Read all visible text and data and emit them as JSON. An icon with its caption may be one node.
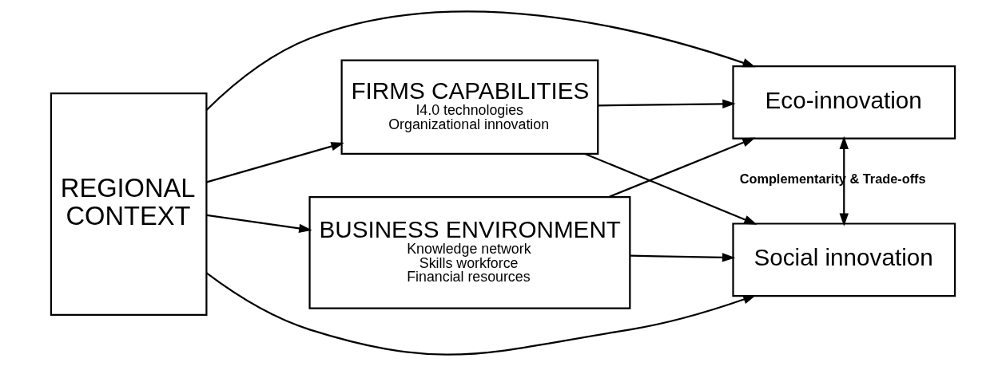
{
  "diagram": {
    "nodes": [
      {
        "text": [
          "REGIONAL CONTEXT"
        ]
      },
      {
        "text": [
          "BUSINESS ENVIRONMENT",
          "Knowledge network",
          "Skills workforce",
          "Financial resources"
        ]
      },
      {
        "text": [
          "FIRMS CAPABILITIES",
          "I4.0 technologies",
          "Organizational innovation"
        ]
      },
      {
        "text": [
          "Eco-innovation"
        ]
      },
      {
        "text": [
          "Social innovation"
        ]
      }
    ],
    "edges": [
      {
        "from": 0,
        "to": 3,
        "arrow": "to"
      },
      {
        "from": 0,
        "to": 1,
        "arrow": "to"
      },
      {
        "from": 0,
        "to": 2,
        "arrow": "to"
      },
      {
        "from": 1,
        "to": 3,
        "arrow": "to"
      },
      {
        "from": 1,
        "to": 4,
        "arrow": "to"
      },
      {
        "from": 2,
        "to": 3,
        "arrow": "to"
      },
      {
        "from": 2,
        "to": 4,
        "arrow": "to"
      },
      {
        "from": 3,
        "to": 4,
        "arrow": "both",
        "label": "Complementarity & Trade-offs"
      },
      {
        "from": 0,
        "to": 4,
        "arrow": "to"
      }
    ]
  }
}
